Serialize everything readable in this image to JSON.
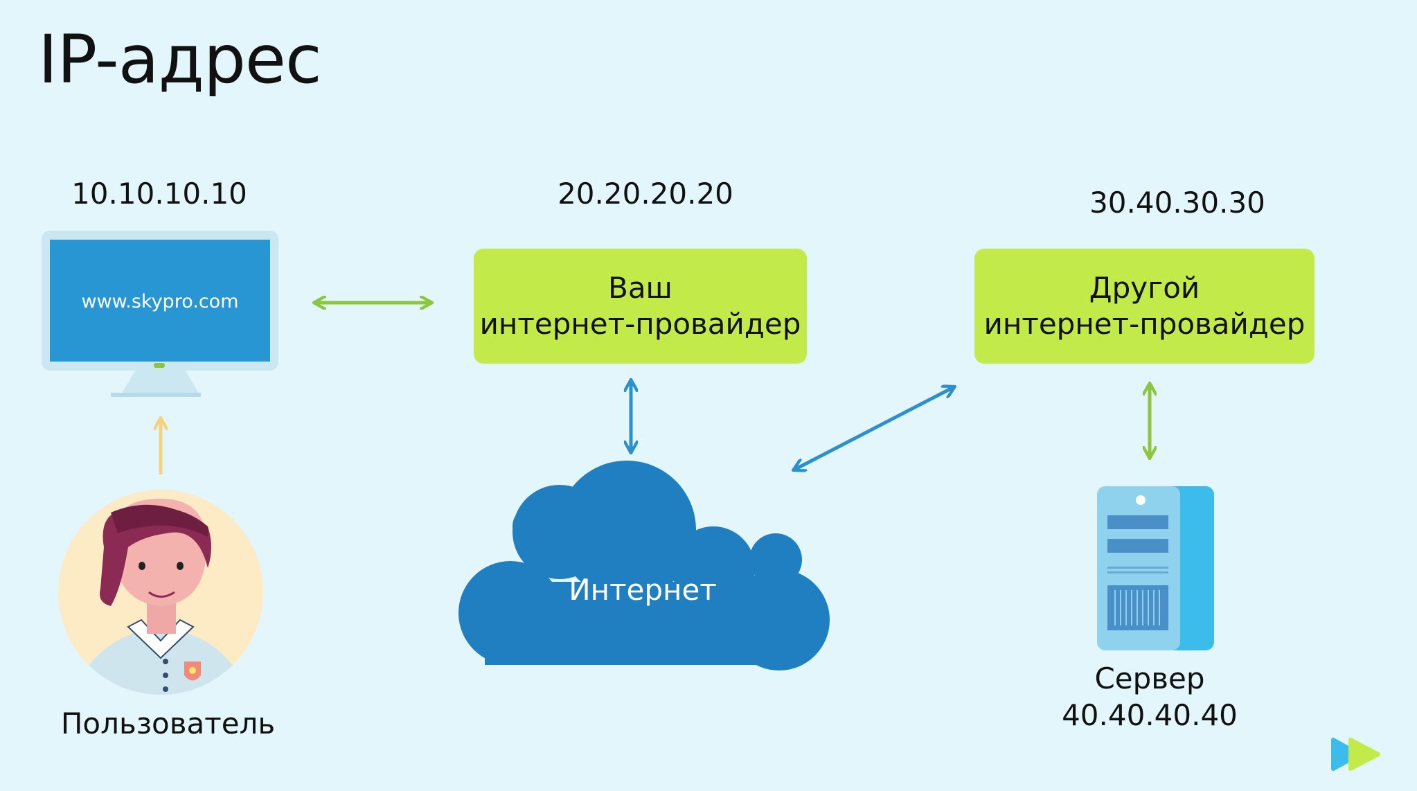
{
  "title": "IP-адрес",
  "user": {
    "ip": "10.10.10.10",
    "label": "Пользователь",
    "monitor_url": "www.skypro.com"
  },
  "your_isp": {
    "ip": "20.20.20.20",
    "line1": "Ваш",
    "line2": "интернет-провайдер"
  },
  "other_isp": {
    "ip": "30.40.30.30",
    "line1": "Другой",
    "line2": "интернет-провайдер"
  },
  "internet": {
    "label": "Интернет"
  },
  "server": {
    "label": "Сервер",
    "ip": "40.40.40.40"
  },
  "colors": {
    "background": "#e3f6fc",
    "isp_box": "#c2eb4a",
    "green_arrow": "#8cc63f",
    "blue_arrow": "#2b8fd0",
    "cloud": "#1f7fc0",
    "yellow_arrow": "#f7d27a"
  },
  "icons": [
    "monitor-icon",
    "user-avatar-icon",
    "cloud-icon",
    "server-icon",
    "skypro-logo-icon"
  ]
}
